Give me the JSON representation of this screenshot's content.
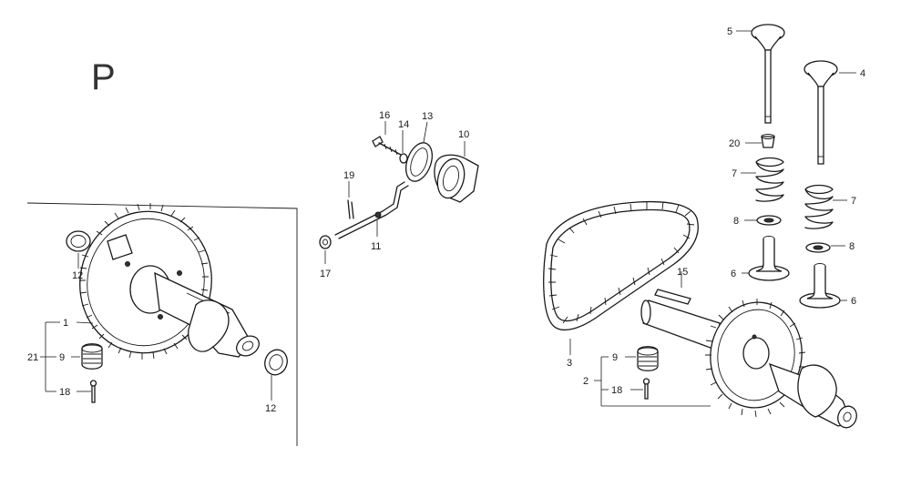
{
  "section_letter": "P",
  "callouts": {
    "c1": "1",
    "c2": "2",
    "c3": "3",
    "c4": "4",
    "c5": "5",
    "c6a": "6",
    "c6b": "6",
    "c7a": "7",
    "c7b": "7",
    "c8a": "8",
    "c8b": "8",
    "c9a": "9",
    "c9b": "9",
    "c10": "10",
    "c11": "11",
    "c12a": "12",
    "c12b": "12",
    "c13": "13",
    "c14": "14",
    "c15": "15",
    "c16": "16",
    "c17": "17",
    "c18a": "18",
    "c18b": "18",
    "c19": "19",
    "c20": "20",
    "c21": "21"
  }
}
